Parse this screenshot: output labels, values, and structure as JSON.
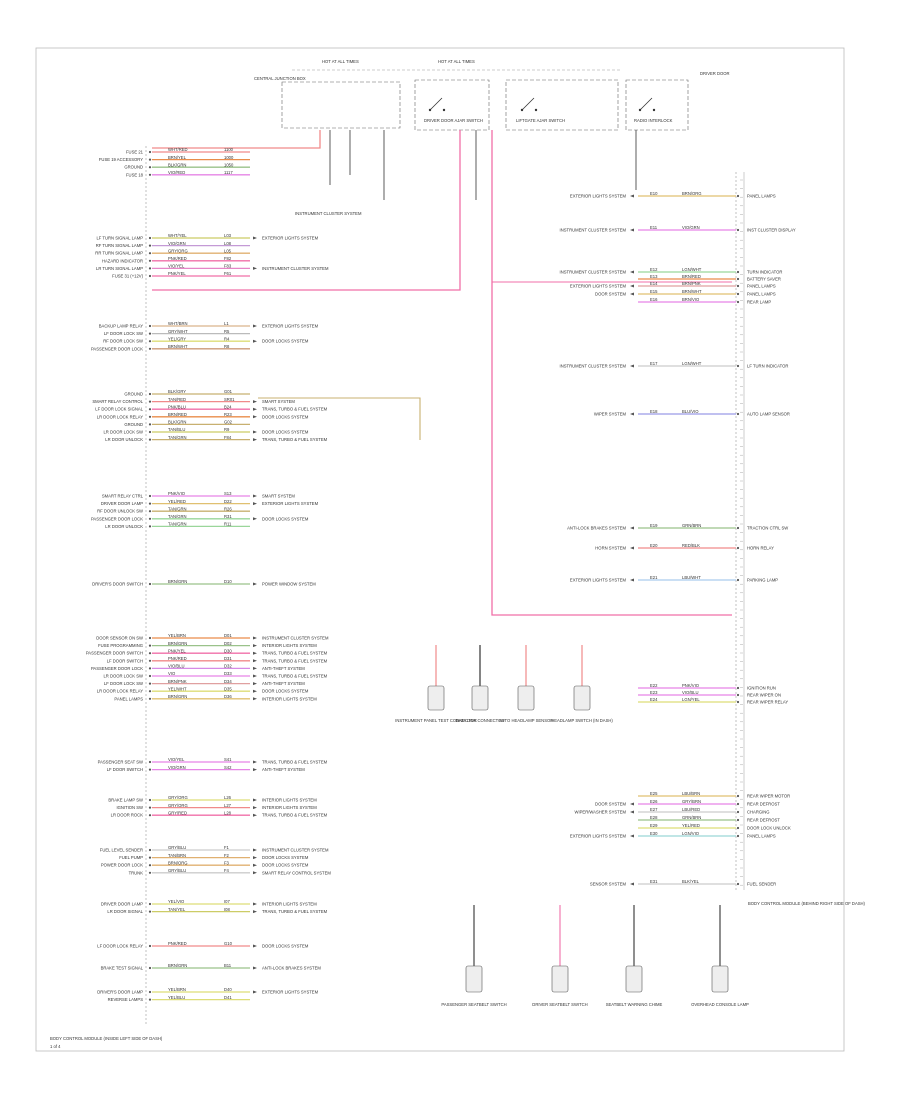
{
  "diagram": {
    "top_labels": {
      "hot_run_left": "HOT AT ALL TIMES",
      "hot_run_mid": "HOT AT ALL TIMES",
      "driver_door": "DRIVER DOOR",
      "central_junction": "CENTRAL JUNCTION BOX",
      "instrument_cluster_top": "INSTRUMENT CLUSTER SYSTEM",
      "left_id_bottom": "BODY CONTROL MODULE (INSIDE LEFT SIDE OF DASH)",
      "right_id_bottom": "BODY CONTROL MODULE (BEHIND RIGHT SIDE OF DASH)",
      "page_no": "1 of 4"
    },
    "left_groups": [
      {
        "rows": [
          {
            "label": "FUSE 21",
            "wire": "WHT/RED",
            "wire_color": "#f08a8a",
            "circuit": "1100"
          },
          {
            "label": "FUSE 19 ACCESSORY",
            "wire": "BRN/YEL",
            "wire_color": "#e98c4a",
            "circuit": "1000"
          },
          {
            "label": "GROUND",
            "wire": "BLK/GRN",
            "wire_color": "#9ac28a",
            "circuit": "1050"
          },
          {
            "label": "FUSE 18",
            "wire": "VIO/RED",
            "wire_color": "#e685e6",
            "circuit": "1117"
          }
        ]
      },
      {
        "rows": [
          {
            "label": "LF TURN SIGNAL LAMP",
            "wire": "WHT/YEL",
            "wire_color": "#cccc66",
            "circuit": "L03",
            "dest": "EXTERIOR LIGHTS SYSTEM"
          },
          {
            "label": "RF TURN SIGNAL LAMP",
            "wire": "VIO/GRN",
            "wire_color": "#c49ad6",
            "circuit": "L08"
          },
          {
            "label": "RR TURN SIGNAL LAMP",
            "wire": "GRY/ORG",
            "wire_color": "#e0b070",
            "circuit": "L05"
          },
          {
            "label": "HAZARD INDICATOR",
            "wire": "PNK/RED",
            "wire_color": "#f06fa8",
            "circuit": "F82"
          },
          {
            "label": "LR TURN SIGNAL LAMP",
            "wire": "VIO/YEL",
            "wire_color": "#e685c8",
            "circuit": "F83",
            "dest": "INSTRUMENT CLUSTER SYSTEM"
          },
          {
            "label": "FUSE 31 (+12V)",
            "wire": "PNK/YEL",
            "wire_color": "#f06fa8",
            "circuit": "F61"
          }
        ]
      },
      {
        "rows": [
          {
            "label": "BACKUP LAMP RELAY",
            "wire": "WHT/BRN",
            "wire_color": "#d9b38c",
            "circuit": "L1",
            "dest": "EXTERIOR LIGHTS SYSTEM"
          },
          {
            "label": "LF DOOR LOCK SW",
            "wire": "GRY/WHT",
            "wire_color": "#bbbbbb",
            "circuit": "R5"
          },
          {
            "label": "RF DOOR LOCK SW",
            "wire": "YEL/GRY",
            "wire_color": "#dddd77",
            "circuit": "R4",
            "dest": "DOOR LOCKS SYSTEM"
          },
          {
            "label": "PASSENGER DOOR LOCK",
            "wire": "BRN/WHT",
            "wire_color": "#cc9977",
            "circuit": "R8"
          }
        ]
      },
      {
        "rows": [
          {
            "label": "GROUND",
            "wire": "BLK/GRY",
            "wire_color": "#c8b070",
            "circuit": "G01"
          },
          {
            "label": "SMART RELAY CONTROL",
            "wire": "TAN/RED",
            "wire_color": "#f08a8a",
            "circuit": "SR01",
            "dest": "SMART SYSTEM"
          },
          {
            "label": "LF DOOR LOCK SIGNAL",
            "wire": "PNK/BLU",
            "wire_color": "#f06fa8",
            "circuit": "B24",
            "dest": "TRANS, TURBO & FUEL SYSTEM"
          },
          {
            "label": "LR DOOR LOCK RELAY",
            "wire": "BRN/RED",
            "wire_color": "#e98c4a",
            "circuit": "R23",
            "dest": "DOOR LOCKS SYSTEM"
          },
          {
            "label": "GROUND",
            "wire": "BLK/GRN",
            "wire_color": "#c8b070",
            "circuit": "G02"
          },
          {
            "label": "LR DOOR LOCK SW",
            "wire": "TAN/BLU",
            "wire_color": "#cccc66",
            "circuit": "R9",
            "dest": "DOOR LOCKS SYSTEM"
          },
          {
            "label": "LR DOOR UNLOCK",
            "wire": "TAN/GRN",
            "wire_color": "#c8b070",
            "circuit": "F84",
            "dest": "TRANS, TURBO & FUEL SYSTEM"
          }
        ]
      },
      {
        "rows": [
          {
            "label": "SMART RELAY CTRL",
            "wire": "PNK/VIO",
            "wire_color": "#e685e6",
            "circuit": "S13",
            "dest": "SMART SYSTEM"
          },
          {
            "label": "DRIVER DOOR LAMP",
            "wire": "YEL/RED",
            "wire_color": "#e0c070",
            "circuit": "D22",
            "dest": "EXTERIOR LIGHTS SYSTEM"
          },
          {
            "label": "RF DOOR UNLOCK SW",
            "wire": "TAN/GRN",
            "wire_color": "#c8b070",
            "circuit": "R26"
          },
          {
            "label": "PASSENGER DOOR LOCK",
            "wire": "TAN/GRN",
            "wire_color": "#9ad69a",
            "circuit": "R31",
            "dest": "DOOR LOCKS SYSTEM"
          },
          {
            "label": "LR DOOR UNLOCK",
            "wire": "TAN/GRN",
            "wire_color": "#9ad69a",
            "circuit": "R11"
          }
        ]
      },
      {
        "rows": [
          {
            "label": "DRIVER'S DOOR SWITCH",
            "wire": "BRN/GRN",
            "wire_color": "#9ac28a",
            "circuit": "D10",
            "dest": "POWER WINDOW SYSTEM"
          }
        ]
      },
      {
        "rows": [
          {
            "label": "DOOR SENSOR ON SW",
            "wire": "YEL/BRN",
            "wire_color": "#e98c4a",
            "circuit": "D01",
            "dest": "INSTRUMENT CLUSTER SYSTEM"
          },
          {
            "label": "FUSE PROGRAMMING",
            "wire": "BRN/GRN",
            "wire_color": "#9ac28a",
            "circuit": "D02",
            "dest": "INTERIOR LIGHTS SYSTEM"
          },
          {
            "label": "PASSENGER DOOR SWITCH",
            "wire": "PNK/YEL",
            "wire_color": "#f06fa8",
            "circuit": "D30",
            "dest": "TRANS, TURBO & FUEL SYSTEM"
          },
          {
            "label": "LF DOOR SWITCH",
            "wire": "PNK/RED",
            "wire_color": "#f08a8a",
            "circuit": "D31",
            "dest": "TRANS, TURBO & FUEL SYSTEM"
          },
          {
            "label": "PASSENGER DOOR LOCK",
            "wire": "VIO/BLU",
            "wire_color": "#d68ae6",
            "circuit": "D32",
            "dest": "ANTI-THEFT SYSTEM"
          },
          {
            "label": "LR DOOR LOCK SW",
            "wire": "VIO",
            "wire_color": "#e685e6",
            "circuit": "D33",
            "dest": "TRANS, TURBO & FUEL SYSTEM"
          },
          {
            "label": "LF DOOR LOCK SW",
            "wire": "BRN/PNK",
            "wire_color": "#e0a0a0",
            "circuit": "D34",
            "dest": "ANTI-THEFT SYSTEM"
          },
          {
            "label": "LR DOOR LOCK RELAY",
            "wire": "YEL/WHT",
            "wire_color": "#dddd77",
            "circuit": "D35",
            "dest": "DOOR LOCKS SYSTEM"
          },
          {
            "label": "PANEL LAMPS",
            "wire": "BRN/GRN",
            "wire_color": "#e0c070",
            "circuit": "D36",
            "dest": "INTERIOR LIGHTS SYSTEM"
          }
        ]
      },
      {
        "rows": [
          {
            "label": "PASSENGER SEAT SW",
            "wire": "VIO/YEL",
            "wire_color": "#e685e6",
            "circuit": "S41",
            "dest": "TRANS, TURBO & FUEL SYSTEM"
          },
          {
            "label": "LF DOOR SWITCH",
            "wire": "VIO/GRN",
            "wire_color": "#e685e6",
            "circuit": "S42",
            "dest": "ANTI-THEFT SYSTEM"
          }
        ]
      },
      {
        "rows": [
          {
            "label": "BRAKE LAMP SW",
            "wire": "GRY/ORG",
            "wire_color": "#dddd77",
            "circuit": "L26",
            "dest": "INTERIOR LIGHTS SYSTEM"
          },
          {
            "label": "IGNITION SW",
            "wire": "GRY/ORG",
            "wire_color": "#f08a8a",
            "circuit": "L27",
            "dest": "INTERIOR LIGHTS SYSTEM"
          },
          {
            "label": "LR DOOR ROCK",
            "wire": "GRY/RED",
            "wire_color": "#f06fa8",
            "circuit": "L28",
            "dest": "TRANS, TURBO & FUEL SYSTEM"
          }
        ]
      },
      {
        "rows": [
          {
            "label": "FUEL LEVEL SENDER",
            "wire": "GRY/BLU",
            "wire_color": "#cccccc",
            "circuit": "F1",
            "dest": "INSTRUMENT CLUSTER SYSTEM"
          },
          {
            "label": "FUEL PUMP",
            "wire": "TAN/BRN",
            "wire_color": "#e0b070",
            "circuit": "F2",
            "dest": "DOOR LOCKS SYSTEM"
          },
          {
            "label": "POWER DOOR LOCK",
            "wire": "BRN/ORG",
            "wire_color": "#e0b070",
            "circuit": "F3",
            "dest": "DOOR LOCKS SYSTEM"
          },
          {
            "label": "TRUNK",
            "wire": "GRY/BLU",
            "wire_color": "#cccccc",
            "circuit": "F4",
            "dest": "SMART RELAY CONTROL SYSTEM"
          }
        ]
      },
      {
        "rows": [
          {
            "label": "DRIVER DOOR LAMP",
            "wire": "YEL/VIO",
            "wire_color": "#dddd77",
            "circuit": "I07",
            "dest": "INTERIOR LIGHTS SYSTEM"
          },
          {
            "label": "LR DOOR SIGNAL",
            "wire": "TAN/YEL",
            "wire_color": "#cccc66",
            "circuit": "I08",
            "dest": "TRANS, TURBO & FUEL SYSTEM"
          }
        ]
      },
      {
        "rows": [
          {
            "label": "LF DOOR LOCK RELAY",
            "wire": "PNK/RED",
            "wire_color": "#f08a8a",
            "circuit": "G10",
            "dest": "DOOR LOCKS SYSTEM"
          }
        ]
      },
      {
        "rows": [
          {
            "label": "BRAKE TEST SIGNAL",
            "wire": "BRN/GRN",
            "wire_color": "#9ac28a",
            "circuit": "B11",
            "dest": "ANTI-LOCK BRAKES SYSTEM"
          }
        ]
      },
      {
        "rows": [
          {
            "label": "DRIVER'S DOOR LAMP",
            "wire": "YEL/BRN",
            "wire_color": "#dddd77",
            "circuit": "D40",
            "dest": "EXTERIOR LIGHTS SYSTEM"
          },
          {
            "label": "REVERSE LAMPS",
            "wire": "YEL/BLU",
            "wire_color": "#dddd77",
            "circuit": "D41"
          }
        ]
      }
    ],
    "right_rows": [
      {
        "label": "PANEL LAMPS",
        "wire": "BRN/ORG",
        "wire_color": "#e0c070",
        "circuit": "E10",
        "src": "EXTERIOR LIGHTS SYSTEM"
      },
      {
        "label": "INST CLUSTER DISPLAY",
        "wire": "VIO/GRN",
        "wire_color": "#e685e6",
        "circuit": "E11",
        "src": "INSTRUMENT CLUSTER SYSTEM"
      },
      {
        "label": "TURN INDICATOR",
        "wire": "LGN/WHT",
        "wire_color": "#9ad69a",
        "circuit": "E12",
        "src": "INSTRUMENT CLUSTER SYSTEM"
      },
      {
        "label": "BATTERY SAVER",
        "wire": "BRN/RED",
        "wire_color": "#e98c4a",
        "circuit": "E13"
      },
      {
        "label": "PANEL LAMPS",
        "wire": "BRN/PNK",
        "wire_color": "#e0a0a0",
        "circuit": "E14",
        "src": "EXTERIOR LIGHTS SYSTEM"
      },
      {
        "label": "PANEL LAMPS",
        "wire": "BRN/WHT",
        "wire_color": "#e0c070",
        "circuit": "E15",
        "src": "DOOR SYSTEM"
      },
      {
        "label": "REAR LAMP",
        "wire": "BRN/VIO",
        "wire_color": "#e685e6",
        "circuit": "E16"
      },
      {
        "label": "LF TURN INDICATOR",
        "wire": "LGN/WHT",
        "wire_color": "#cccccc",
        "circuit": "E17",
        "src": "INSTRUMENT CLUSTER SYSTEM"
      },
      {
        "label": "AUTO LAMP SENSOR",
        "wire": "BLU/VIO",
        "wire_color": "#9a9ae6",
        "circuit": "E18",
        "src": "WIPER SYSTEM"
      },
      {
        "label": "TRACTION CTRL SW",
        "wire": "GRN/BRN",
        "wire_color": "#9ac28a",
        "circuit": "E19",
        "src": "ANTI-LOCK BRAKES SYSTEM"
      },
      {
        "label": "HORN RELAY",
        "wire": "RED/BLK",
        "wire_color": "#f08a8a",
        "circuit": "E20",
        "src": "HORN SYSTEM"
      },
      {
        "label": "PARKING LAMP",
        "wire": "LBU/WHT",
        "wire_color": "#aaccee",
        "circuit": "E21",
        "src": "EXTERIOR LIGHTS SYSTEM"
      },
      {
        "label": "IGNITION RUN",
        "wire": "PNK/VIO",
        "wire_color": "#e685e6",
        "circuit": "E22"
      },
      {
        "label": "REAR WIPER ON",
        "wire": "VIO/BLU",
        "wire_color": "#e685e6",
        "circuit": "E23"
      },
      {
        "label": "REAR WIPER RELAY",
        "wire": "LGN/YEL",
        "wire_color": "#dddd77",
        "circuit": "E24"
      },
      {
        "label": "REAR WIPER MOTOR",
        "wire": "LBU/BRN",
        "wire_color": "#e0c070",
        "circuit": "E25"
      },
      {
        "label": "REAR DEFROST",
        "wire": "GRY/BRN",
        "wire_color": "#e685e6",
        "circuit": "E26",
        "src": "DOOR SYSTEM"
      },
      {
        "label": "CHARGING",
        "wire": "LBU/RED",
        "wire_color": "#cccccc",
        "circuit": "E27",
        "src": "WIPER/WASHER SYSTEM"
      },
      {
        "label": "REAR DEFROST",
        "wire": "GRN/BRN",
        "wire_color": "#9ac28a",
        "circuit": "E28"
      },
      {
        "label": "DOOR LOCK UNLOCK",
        "wire": "YEL/RED",
        "wire_color": "#dddd77",
        "circuit": "E29"
      },
      {
        "label": "PANEL LAMPS",
        "wire": "LGN/VIO",
        "wire_color": "#9ad6d6",
        "circuit": "E30",
        "src": "EXTERIOR LIGHTS SYSTEM"
      },
      {
        "label": "FUEL SENDER",
        "wire": "BLK/YEL",
        "wire_color": "#cccccc",
        "circuit": "E31",
        "src": "SENSOR SYSTEM"
      }
    ],
    "switches": [
      {
        "label": "DRIVER DOOR AJAR SWITCH"
      },
      {
        "label": "LIFTGATE AJAR SWITCH"
      },
      {
        "label": "RADIO INTERLOCK"
      }
    ],
    "mid_connectors": [
      {
        "label": "INSTRUMENT PANEL TEST CONNECTOR"
      },
      {
        "label": "DATA LINK CONNECTOR"
      },
      {
        "label": "AUTO HEADLAMP SENSOR"
      },
      {
        "label": "HEADLAMP SWITCH (IN DASH)"
      }
    ],
    "bottom_connectors": [
      {
        "label": "PASSENGER SEATBELT SWITCH"
      },
      {
        "label": "DRIVER SEATBELT SWITCH"
      },
      {
        "label": "SEATBELT WARNING CHIME"
      },
      {
        "label": "OVERHEAD CONSOLE LAMP"
      }
    ]
  }
}
